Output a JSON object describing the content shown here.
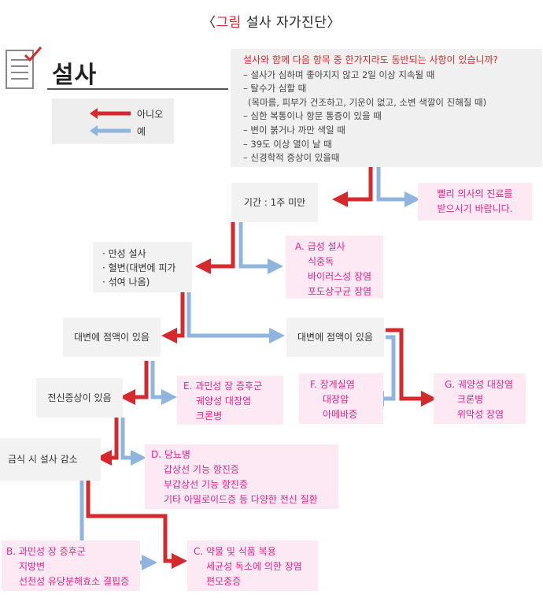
{
  "title": {
    "bracket_open": "〈",
    "highlight": "그림",
    "rest": " 설사 자가진단",
    "bracket_close": "〉"
  },
  "heading": "설사",
  "legend": {
    "no": "아니오",
    "yes": "예"
  },
  "question": {
    "title": "설사와 함께 다음 항목 중 한가지라도 동반되는 사항이 있습니까?",
    "items": [
      "– 설사가 심하며 좋아지지 않고 2일 이상 지속될 때",
      "– 탈수가 심할 때",
      "(목마름, 피부가 건조하고, 기운이 없고, 소변 색깔이 진해질 때)",
      "– 심한 복통이나 항문 통증이 있을 때",
      "– 변이 붉거나 까만 색일 때",
      "– 39도 이상 열이 날 때",
      "– 신경학적 증상이 있을때"
    ]
  },
  "nodes": {
    "period": "기간 : 1주 미만",
    "doctor": [
      "빨리 의사의 진료를",
      "받으시기 바랍니다."
    ],
    "chronic": [
      "· 만성 설사",
      "· 혈변(대변에 피가",
      "· 섞여 나옴)"
    ],
    "acute": [
      "A. 급성 설사",
      "식중독",
      "바이러스성 장염",
      "포도상구균 장염"
    ],
    "mucus_left": "대변에 점액이 있음",
    "mucus_right": "대변에 점액이 있음",
    "systemic": "전신증상이 있음",
    "e_box": [
      "E. 과민성 장 증후군",
      "궤양성 대장염",
      "크론병"
    ],
    "f_box": [
      "F. 장게실염",
      "대장암",
      "아메바증"
    ],
    "g_box": [
      "G. 궤양성 대장염",
      "크론병",
      "위막성 장염"
    ],
    "fasting": "금식 시 설사 감소",
    "d_box": [
      "D. 당뇨병",
      "갑상선 기능 항진증",
      "부갑상선 기능 항진증",
      "기타 아밀로이드증 등 다양한 전신 질환"
    ],
    "b_box": [
      "B. 과민성 장 증후군",
      "지방변",
      "선천성 유당분해효소 결핍증"
    ],
    "c_box": [
      "C. 약물 및 식품 복용",
      "세균성 독소에 의한 장염",
      "편모충증"
    ]
  },
  "colors": {
    "red": "#d6292e",
    "blue": "#8fb4dd",
    "pink_text": "#e0258a",
    "pink_bg": "#fce9f3",
    "gray_bg": "#f0f0f0"
  },
  "icons": {
    "checklist": "checklist-icon"
  }
}
